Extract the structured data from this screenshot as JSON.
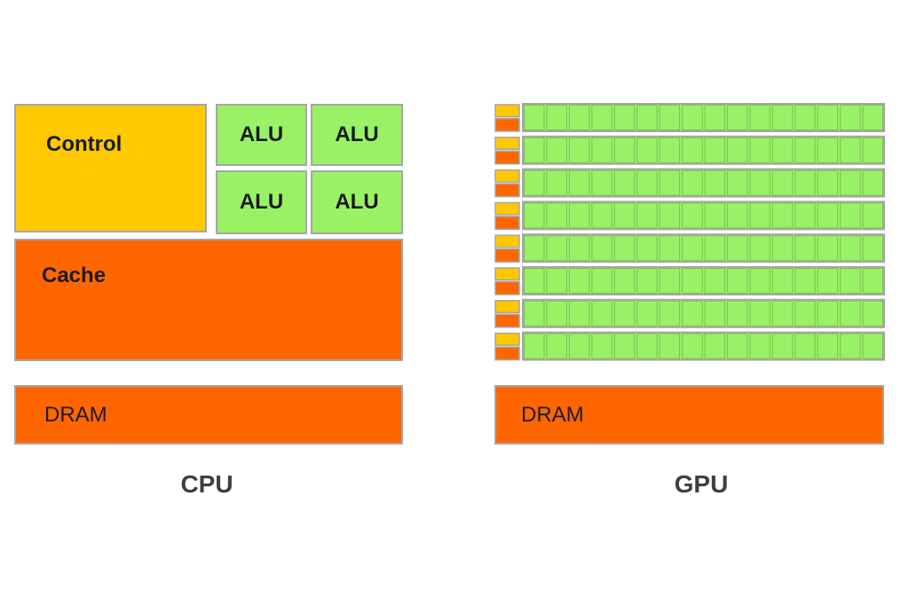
{
  "colors": {
    "control": "#ffc800",
    "alu": "#99f266",
    "cache": "#ff6600",
    "dram": "#ff6600",
    "border": "#a6a6a6",
    "cell_border": "#7fbf55"
  },
  "cpu": {
    "control_label": "Control",
    "alu_labels": [
      "ALU",
      "ALU",
      "ALU",
      "ALU"
    ],
    "cache_label": "Cache",
    "dram_label": "DRAM",
    "caption": "CPU"
  },
  "gpu": {
    "rows": 8,
    "alus_per_row": 16,
    "dram_label": "DRAM",
    "caption": "GPU"
  }
}
